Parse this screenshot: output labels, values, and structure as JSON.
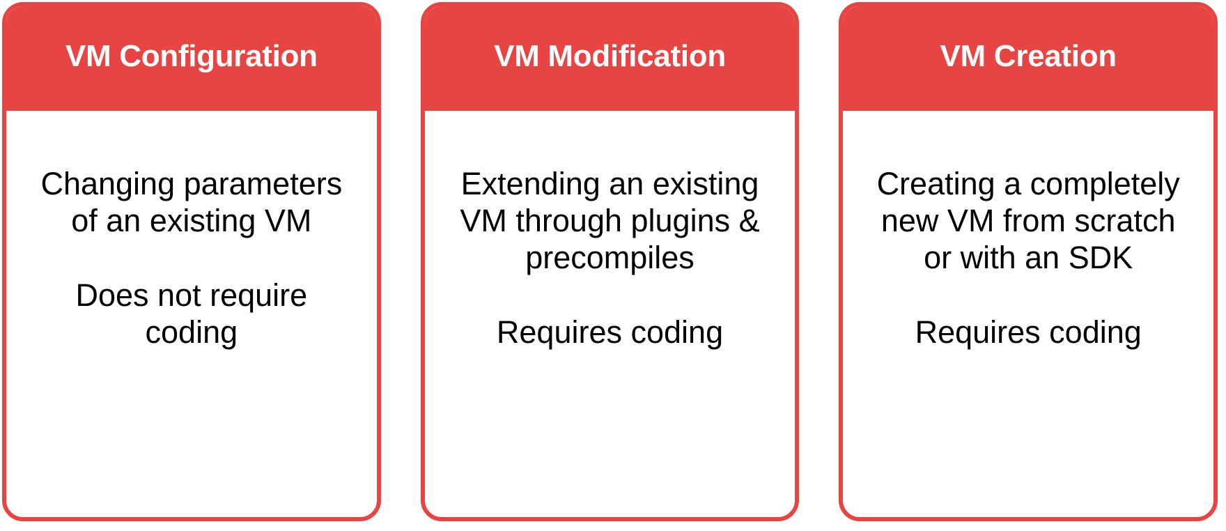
{
  "diagram": {
    "type": "three-column-comparison-cards",
    "accent_color": "#e74444",
    "background_color": "#ffffff",
    "text_color": "#000000",
    "header_text_color": "#ffffff",
    "cards": [
      {
        "id": "vm-configuration",
        "title": "VM Configuration",
        "description": "Changing parameters of an existing VM",
        "coding_note": "Does not require coding"
      },
      {
        "id": "vm-modification",
        "title": "VM Modification",
        "description": "Extending an existing VM through plugins & precompiles",
        "coding_note": "Requires coding"
      },
      {
        "id": "vm-creation",
        "title": "VM Creation",
        "description": "Creating a completely new VM from scratch or with an SDK",
        "coding_note": "Requires coding"
      }
    ]
  }
}
